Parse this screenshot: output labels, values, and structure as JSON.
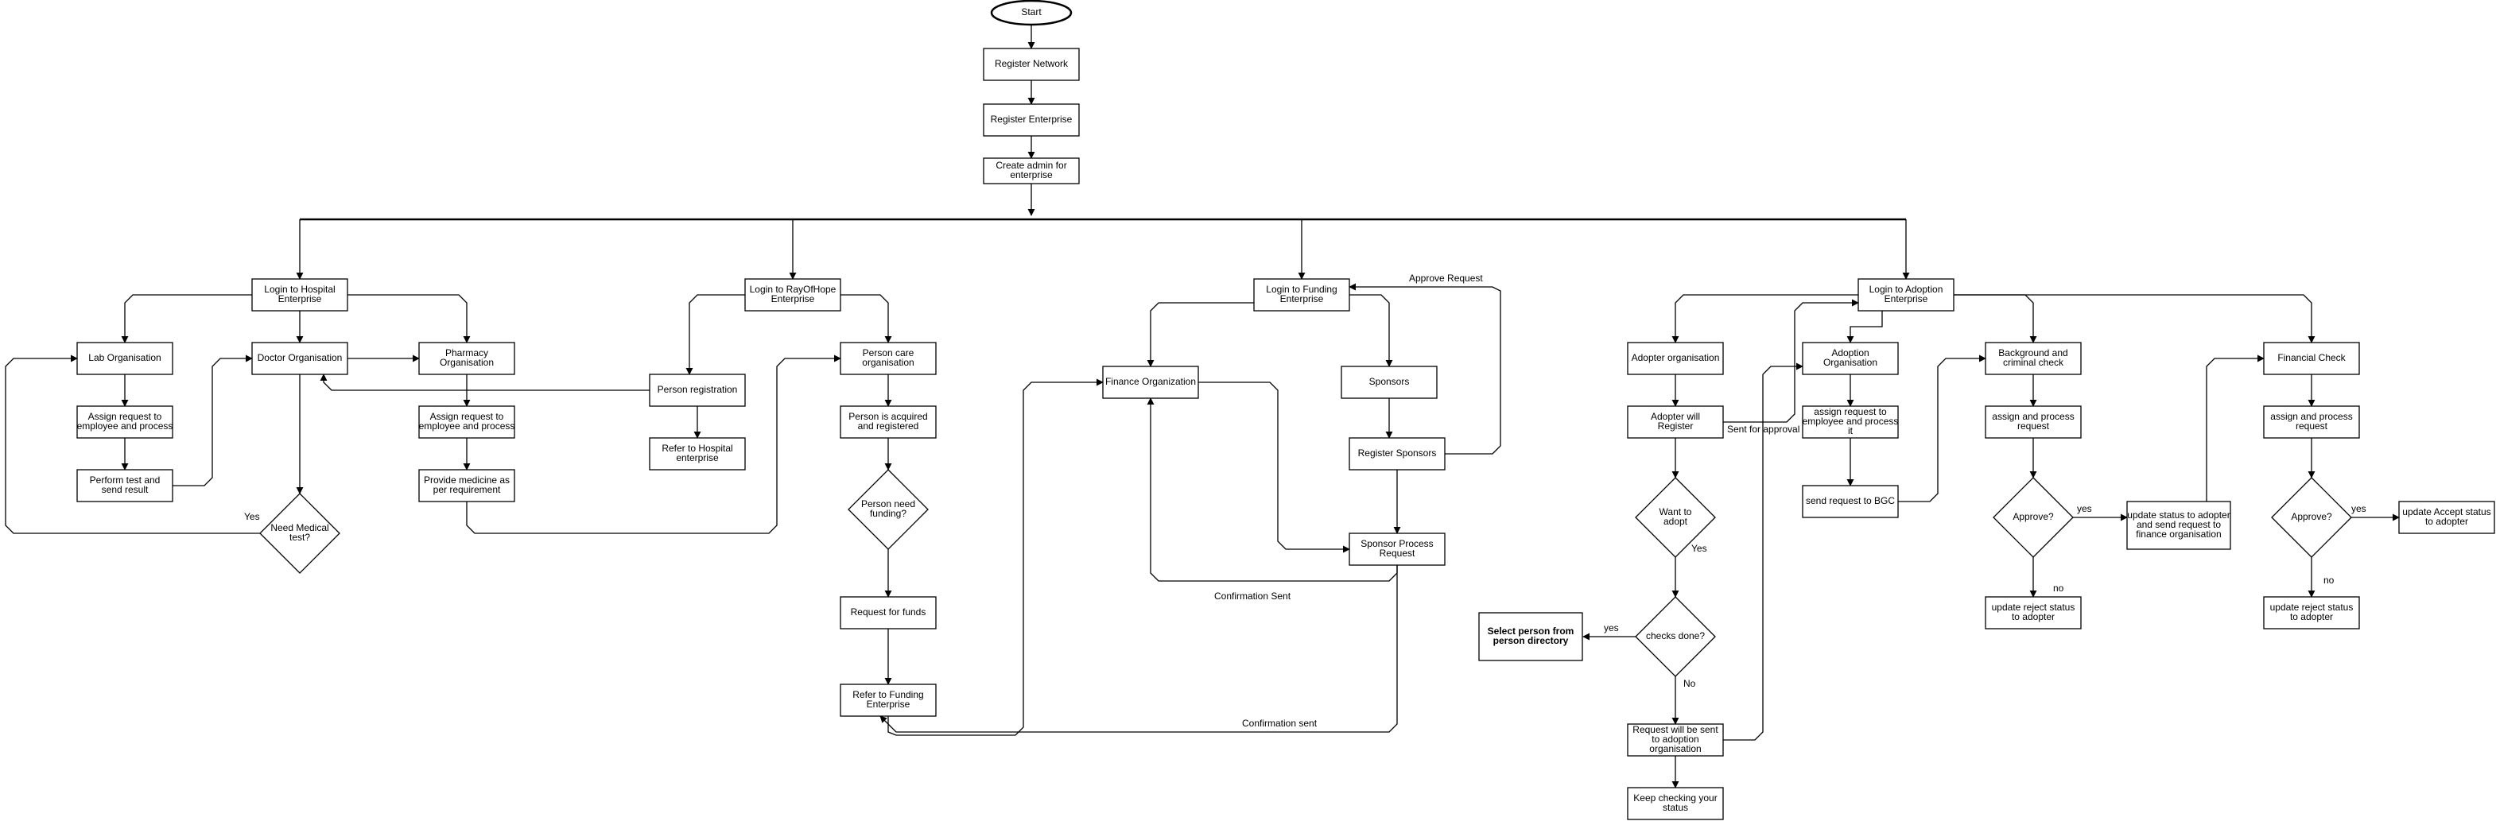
{
  "nodes": {
    "start": "Start",
    "register_network": "Register Network",
    "register_enterprise": "Register Enterprise",
    "create_admin": "Create admin for enterprise",
    "login_hospital": "Login to Hospital Enterprise",
    "lab_org": "Lab Organisation",
    "doctor_org": "Doctor Organisation",
    "pharmacy_org": "Pharmacy Organisation",
    "lab_assign": "Assign request to employee and process",
    "lab_perform": "Perform test and send result",
    "need_medical_test": "Need Medical test?",
    "pharm_assign": "Assign request to employee and process",
    "provide_medicine": "Provide medicine as per requirement",
    "login_rayofhope": "Login to RayOfHope Enterprise",
    "person_registration": "Person registration",
    "refer_hospital": "Refer to Hospital enterprise",
    "person_care_org": "Person care organisation",
    "person_acquired": "Person is acquired and registered",
    "person_need_funding": "Person need funding?",
    "request_funds": "Request for funds",
    "refer_funding": "Refer to Funding Enterprise",
    "login_funding": "Login to Funding Enterprise",
    "finance_org": "Finance Organization",
    "sponsors": "Sponsors",
    "register_sponsors": "Register Sponsors",
    "sponsor_process": "Sponsor Process Request",
    "login_adoption": "Login to Adoption Enterprise",
    "adopter_org": "Adopter organisation",
    "adopter_register": "Adopter will Register",
    "want_adopt": "Want to adopt",
    "checks_done": "checks done?",
    "select_person": "Select person from person directory",
    "request_sent_adoption": "Request will be sent to adoption organisation",
    "keep_checking": "Keep checking your status",
    "adoption_org": "Adoption Organisation",
    "adoption_assign": "assign request to employee and process it",
    "send_bgc": "send request to BGC",
    "background_check": "Background and criminal check",
    "bgc_assign": "assign and process request",
    "bgc_approve": "Approve?",
    "bgc_update_status": "update status to adopter and send request to finance organisation",
    "bgc_reject": "update reject status to adopter",
    "financial_check": "Financial Check",
    "fin_assign": "assign and process request",
    "fin_approve": "Approve?",
    "fin_accept": "update Accept status to adopter",
    "fin_reject": "update reject status to adopter"
  },
  "edge_labels": {
    "yes_medical": "Yes",
    "approve_request": "Approve Request",
    "confirmation_sent_1": "Confirmation Sent",
    "confirmation_sent_2": "Confirmation sent",
    "sent_for_approval": "Sent for approval",
    "yes_want": "Yes",
    "yes_checks": "yes",
    "no_checks": "No",
    "yes_bgc": "yes",
    "no_bgc": "no",
    "yes_fin": "yes",
    "no_fin": "no"
  }
}
